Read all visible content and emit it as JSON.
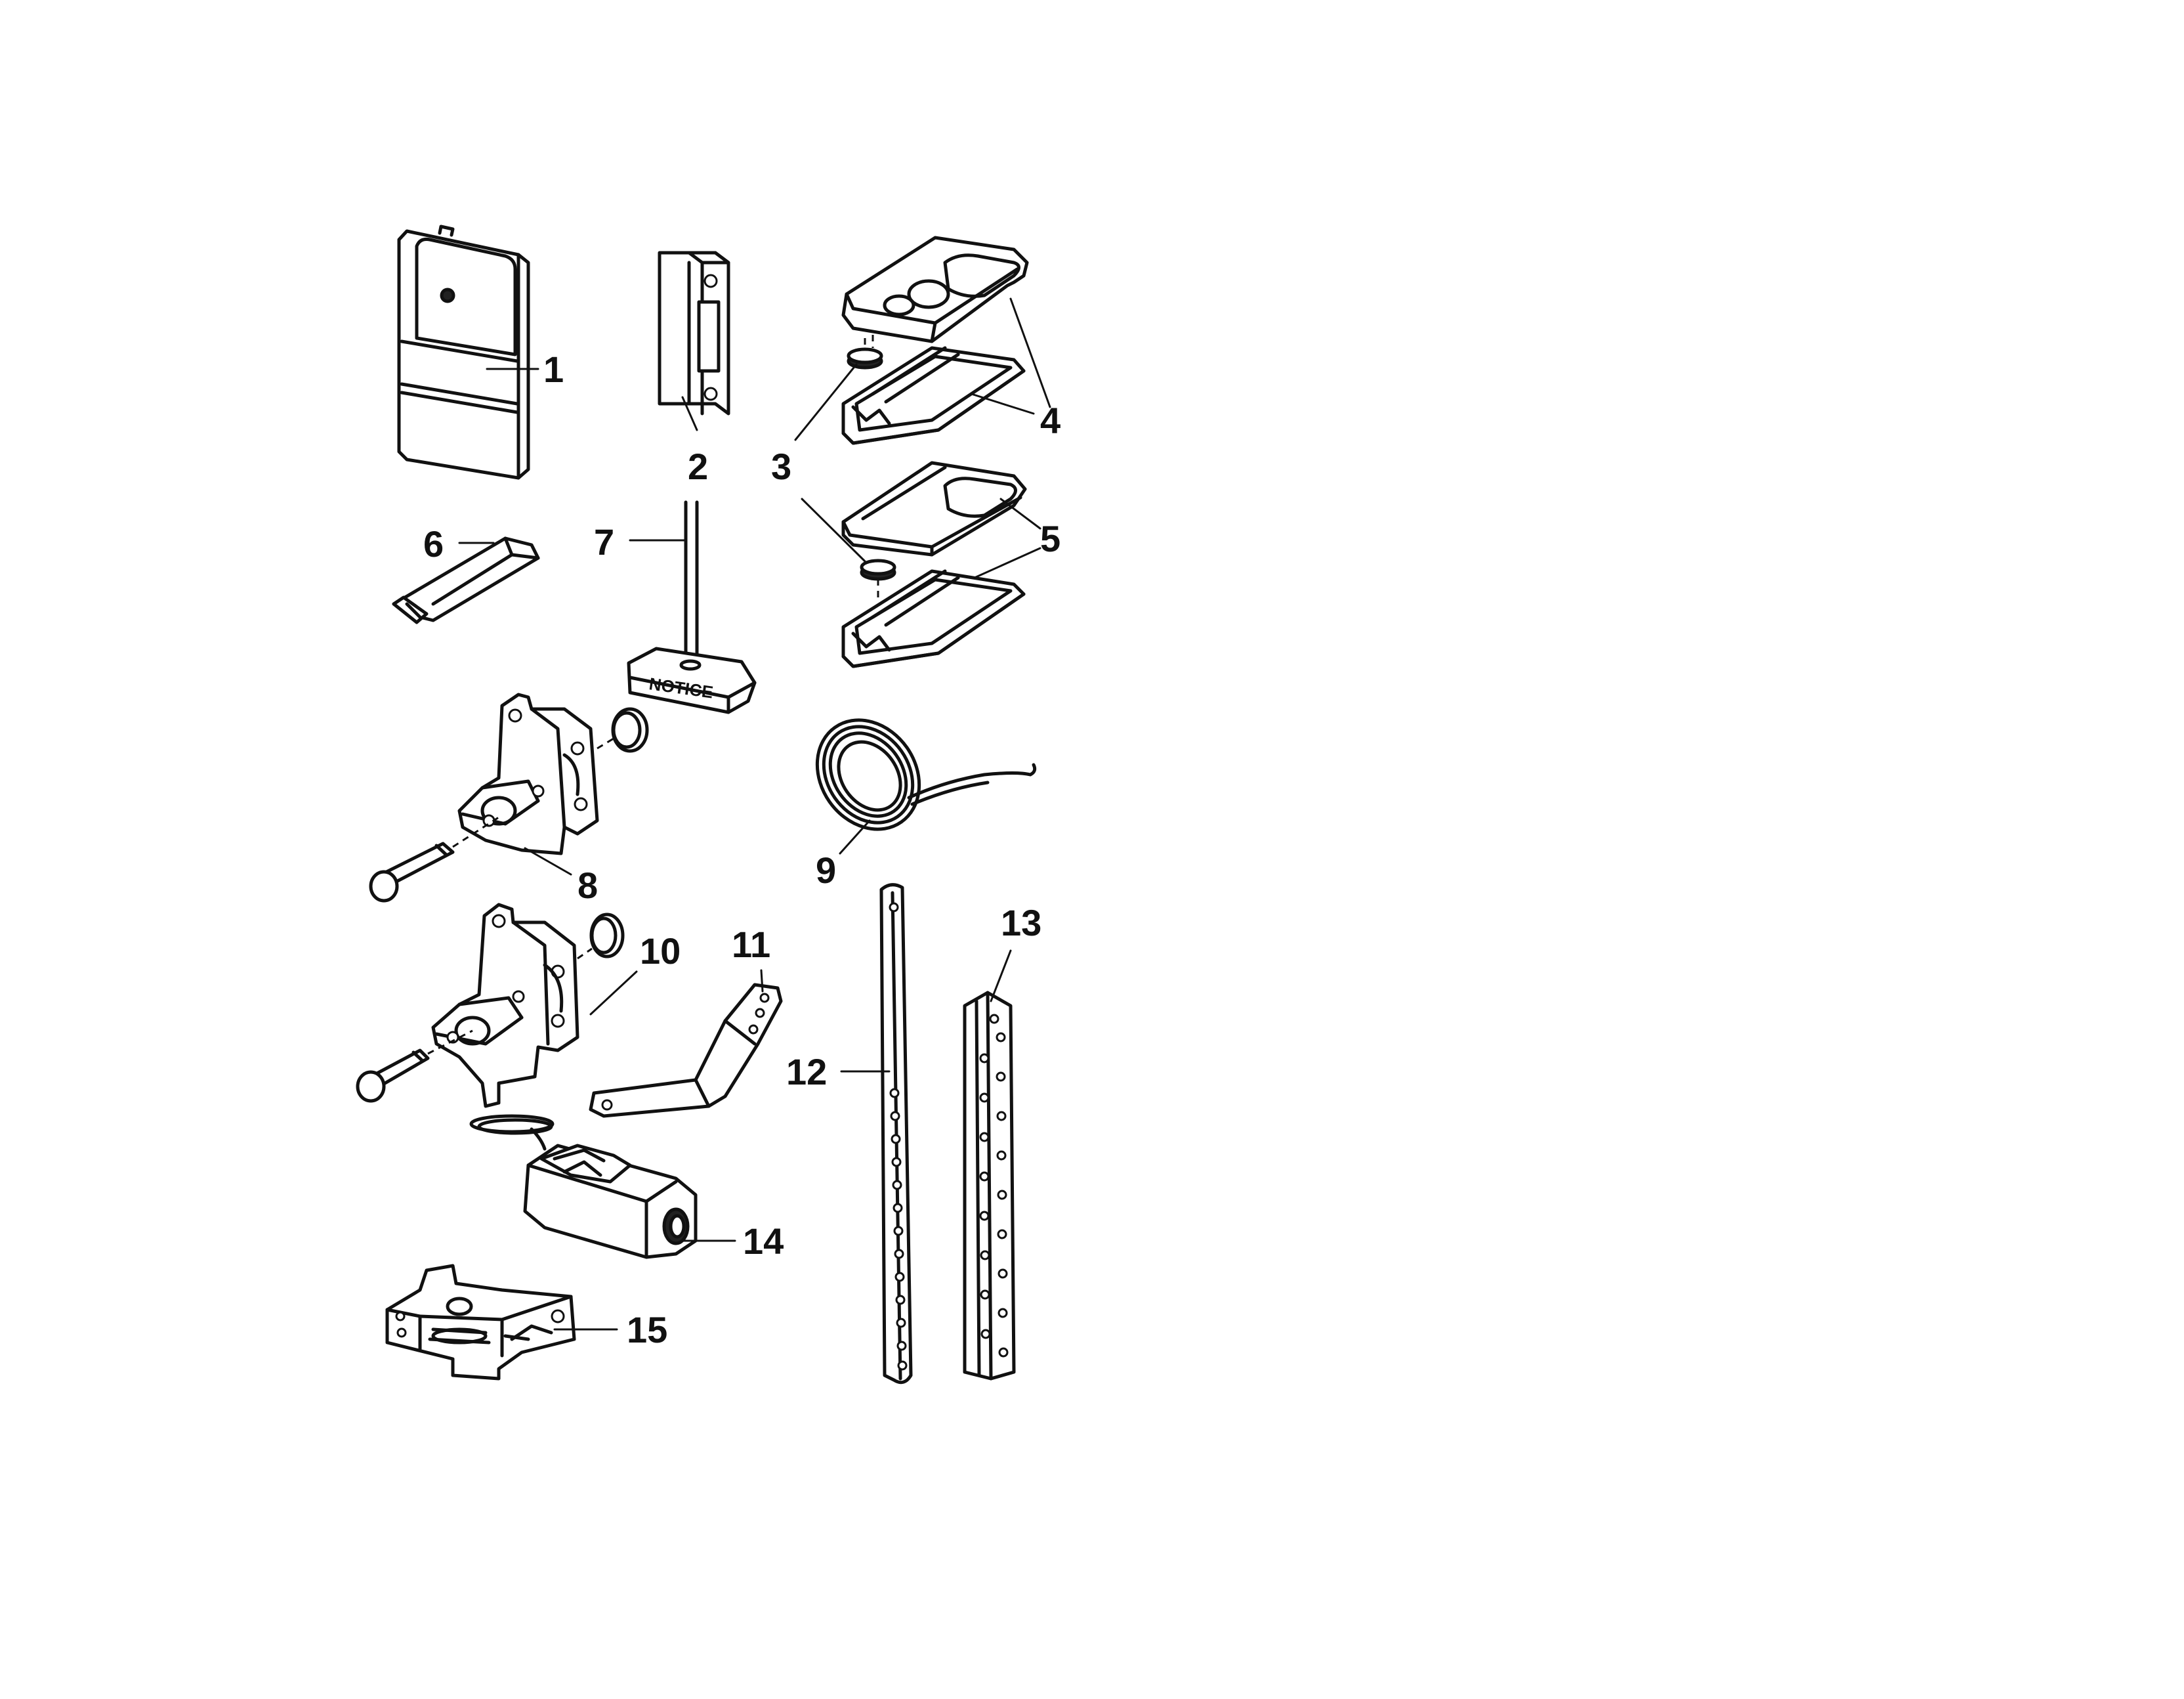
{
  "callouts": {
    "c1": "1",
    "c2": "2",
    "c3a": "3",
    "c3b": "3",
    "c4": "4",
    "c5": "5",
    "c6": "6",
    "c7": "7",
    "c8": "8",
    "c9": "9",
    "c10": "10",
    "c11": "11",
    "c12": "12",
    "c13": "13",
    "c14": "14",
    "c15": "15"
  },
  "labels": {
    "notice": "NOTICE"
  }
}
